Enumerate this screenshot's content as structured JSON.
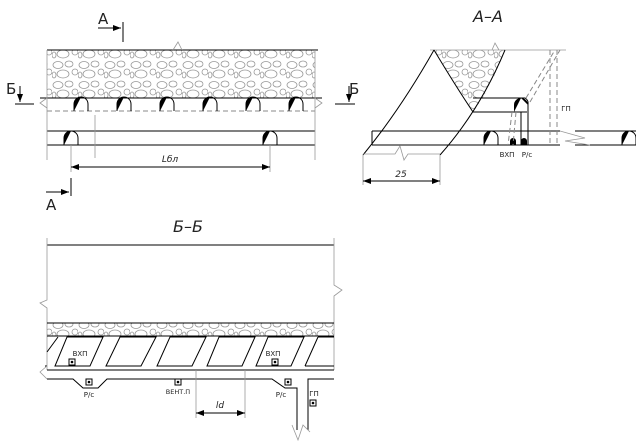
{
  "plan_view": {
    "section_a_mark_top": "А",
    "section_a_mark_bottom": "А",
    "section_b_mark_left": "Б",
    "section_b_mark_right": "Б",
    "dimension_block_length": "Lбл"
  },
  "section_aa": {
    "title": "А–А",
    "label_vkhp": "ВХП",
    "label_rs": "Р/с",
    "label_gp": "ГП",
    "dimension": "25"
  },
  "section_bb": {
    "title": "Б–Б",
    "label_vkhp_1": "ВХП",
    "label_vkhp_2": "ВХП",
    "label_rs_1": "Р/с",
    "label_rs_2": "Р/с",
    "label_vent": "ВЕНТ.П",
    "label_gp": "ГП",
    "dimension": "ld"
  },
  "colors": {
    "line": "#000000",
    "hatch": "#999999"
  }
}
